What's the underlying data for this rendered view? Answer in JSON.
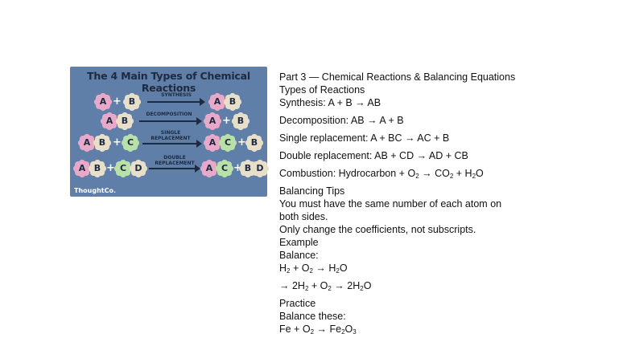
{
  "illustration": {
    "title": "The 4 Main Types of Chemical Reactions",
    "logo": "ThoughtCo.",
    "reactions": [
      {
        "label": "SYNTHESIS"
      },
      {
        "label": "DECOMPOSITION"
      },
      {
        "label": "SINGLE REPLACEMENT"
      },
      {
        "label": "DOUBLE REPLACEMENT"
      }
    ],
    "atoms": {
      "A": "A",
      "B": "B",
      "C": "C",
      "D": "D"
    },
    "plus": "+"
  },
  "notes": {
    "heading": "Part 3 — Chemical Reactions & Balancing Equations",
    "types_heading": "Types of Reactions",
    "synthesis": "Synthesis: A + B → AB",
    "decomposition": "Decomposition: AB → A + B",
    "single": "Single replacement: A + BC → AC + B",
    "double": "Double replacement: AB + CD → AD + CB",
    "combustion": {
      "pre": "Combustion: Hydrocarbon + O",
      "mid1": " → CO",
      "mid2": " + H",
      "end": "O",
      "sub": "2"
    },
    "tips_heading": "Balancing Tips",
    "tip1": "You must have the same number of each atom on both sides.",
    "tip2": "Only change the coefficients, not subscripts.",
    "example_heading": "Example",
    "balance_label": "Balance:",
    "eq1": {
      "a": "H",
      "b": " + O",
      "c": " → H",
      "d": "O"
    },
    "eq2": {
      "a": "→ 2H",
      "b": " + O",
      "c": " → 2H",
      "d": "O"
    },
    "practice_heading": "Practice",
    "balance_these": "Balance these:",
    "eq3": {
      "a": "Fe + O",
      "b": " → Fe",
      "c": "O",
      "sub2": "2",
      "sub3": "3"
    }
  }
}
